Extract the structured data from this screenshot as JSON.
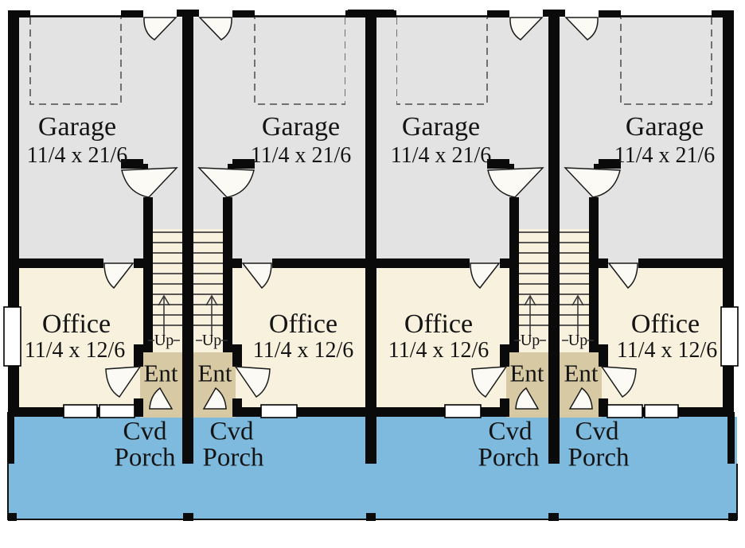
{
  "plan": {
    "type": "floor-plan",
    "units": [
      {
        "id": "unit-1",
        "garage_name": "Garage",
        "garage_dims": "11/4 x 21/6",
        "office_name": "Office",
        "office_dims": "11/4 x 12/6",
        "entry_label": "Ent",
        "stairs_label": "Up",
        "porch_label_line1": "Cvd",
        "porch_label_line2": "Porch"
      },
      {
        "id": "unit-2",
        "garage_name": "Garage",
        "garage_dims": "11/4 x 21/6",
        "office_name": "Office",
        "office_dims": "11/4 x 12/6",
        "entry_label": "Ent",
        "stairs_label": "Up",
        "porch_label_line1": "Cvd",
        "porch_label_line2": "Porch"
      },
      {
        "id": "unit-3",
        "garage_name": "Garage",
        "garage_dims": "11/4 x 21/6",
        "office_name": "Office",
        "office_dims": "11/4 x 12/6",
        "entry_label": "Ent",
        "stairs_label": "Up",
        "porch_label_line1": "Cvd",
        "porch_label_line2": "Porch"
      },
      {
        "id": "unit-4",
        "garage_name": "Garage",
        "garage_dims": "11/4 x 21/6",
        "office_name": "Office",
        "office_dims": "11/4 x 12/6",
        "entry_label": "Ent",
        "stairs_label": "Up",
        "porch_label_line1": "Cvd",
        "porch_label_line2": "Porch"
      }
    ],
    "colors": {
      "garage_floor": "#e3e3e3",
      "office_floor": "#f7f1de",
      "entry_floor": "#d7c9a3",
      "porch": "#7dbade",
      "wall": "#0a0a0a",
      "door_swing": "#fbfaf5",
      "background": "#ffffff"
    }
  }
}
